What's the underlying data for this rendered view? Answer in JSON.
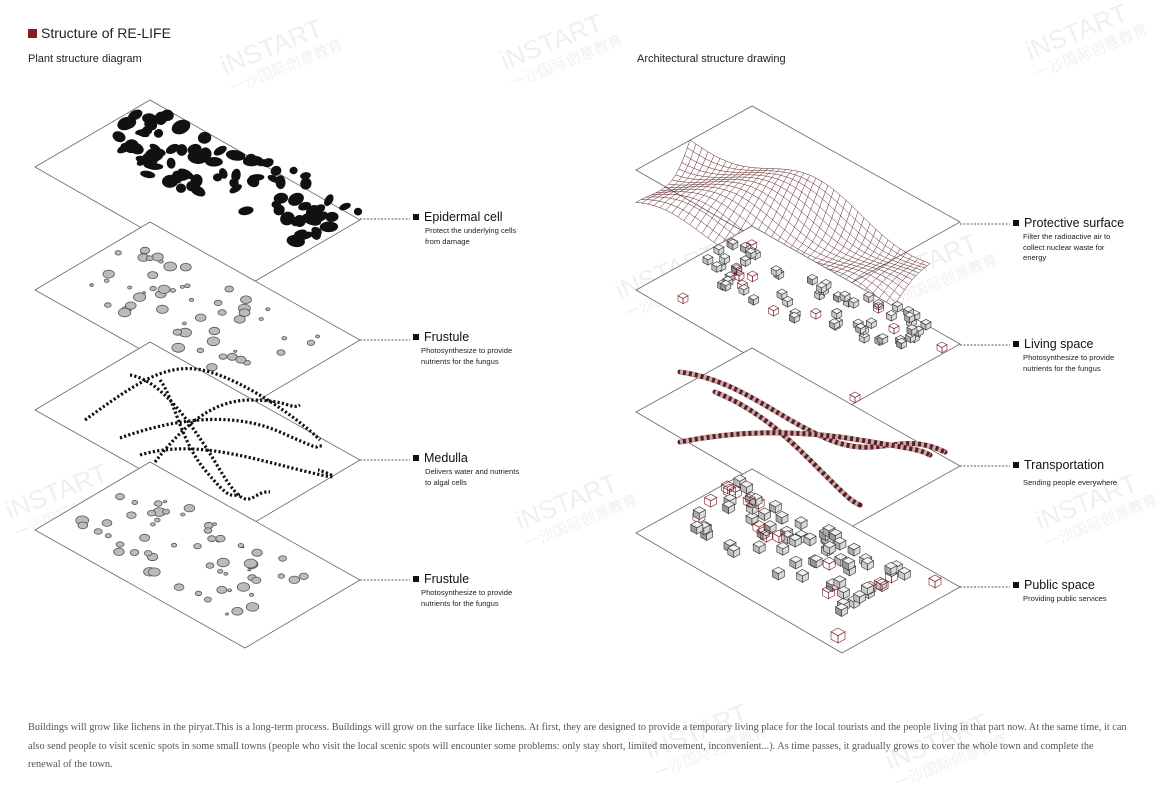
{
  "header": {
    "title": "Structure of RE-LIFE",
    "accent_color": "#8b1c1c"
  },
  "left": {
    "subtitle": "Plant structure diagram",
    "layers": [
      {
        "name": "Epidermal cell",
        "desc1": "Protect the underlying cells",
        "desc2": "from damage"
      },
      {
        "name": "Frustule",
        "desc1": "Photosynthesize to provide",
        "desc2": "nutrients for the fungus"
      },
      {
        "name": "Medulla",
        "desc1": "Delivers water and nutrients",
        "desc2": "to algal cells"
      },
      {
        "name": "Frustule",
        "desc1": "Photosynthesize to provide",
        "desc2": "nutrients for the fungus"
      }
    ]
  },
  "right": {
    "subtitle": "Architectural structure drawing",
    "layers": [
      {
        "name": "Protective surface",
        "desc1": "Filter the radioactive air to",
        "desc2": "collect nuclear waste for",
        "desc3": "energy"
      },
      {
        "name": "Living space",
        "desc1": "Photosynthesize to provide",
        "desc2": "nutrients for the fungus"
      },
      {
        "name": "Transportation",
        "desc1": "Sending people everywhere"
      },
      {
        "name": "Public space",
        "desc1": "Providing public services"
      }
    ]
  },
  "caption": "Buildings will grow like lichens in the piryat.This is a long-term process. Buildings will grow on the surface like lichens. At first, they are designed to provide a temporary living place for the local tourists and the people living in that part now. At the same time, it can also send people to visit scenic spots in some small towns (people who visit the local scenic spots will encounter some problems: only stay short, limited movement, inconvenient...). As time passes, it gradually grows to cover the whole town and complete the renewal of the town.",
  "watermark": {
    "text_en": "iNSTART",
    "text_cn": "一沙国际创意教育"
  }
}
